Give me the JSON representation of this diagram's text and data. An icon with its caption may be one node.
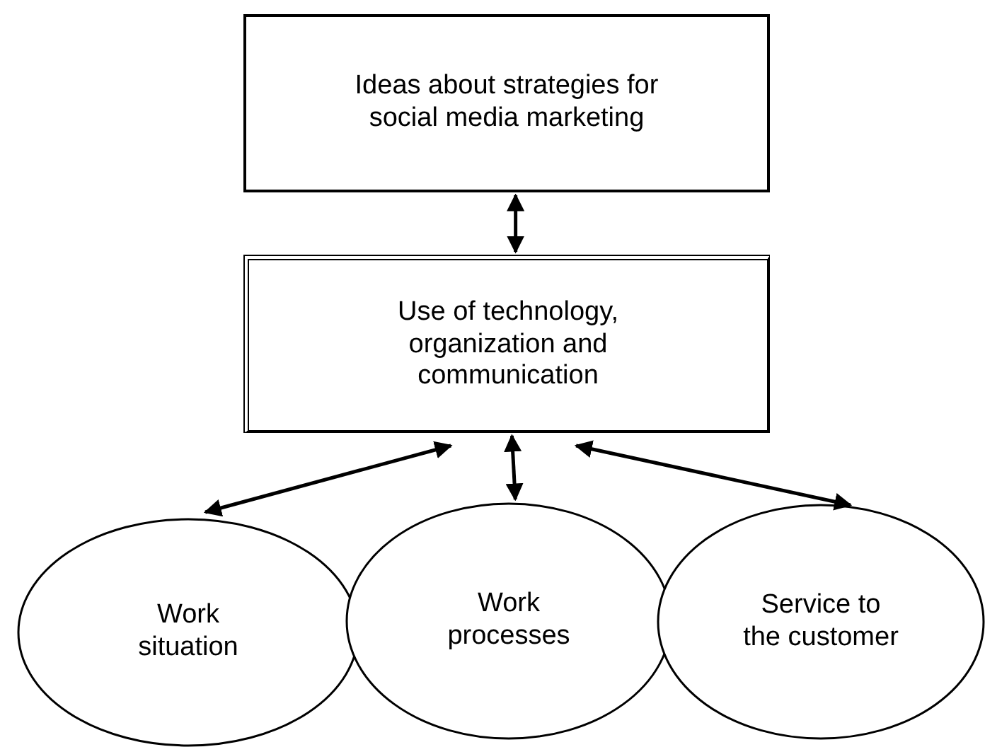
{
  "diagram": {
    "nodes": [
      {
        "text": [
          "Ideas about strategies for social media marketing"
        ]
      },
      {
        "text": [
          "Use of technology, organization and communication"
        ]
      },
      {
        "text": [
          "Work situation"
        ]
      },
      {
        "text": [
          "Work processes"
        ]
      },
      {
        "text": [
          "Service to the customer"
        ]
      }
    ],
    "edges": [
      {
        "from": 0,
        "to": 1,
        "arrow": "both"
      },
      {
        "from": 1,
        "to": 2,
        "arrow": "both"
      },
      {
        "from": 1,
        "to": 3,
        "arrow": "both"
      },
      {
        "from": 1,
        "to": 4,
        "arrow": "both"
      }
    ]
  }
}
